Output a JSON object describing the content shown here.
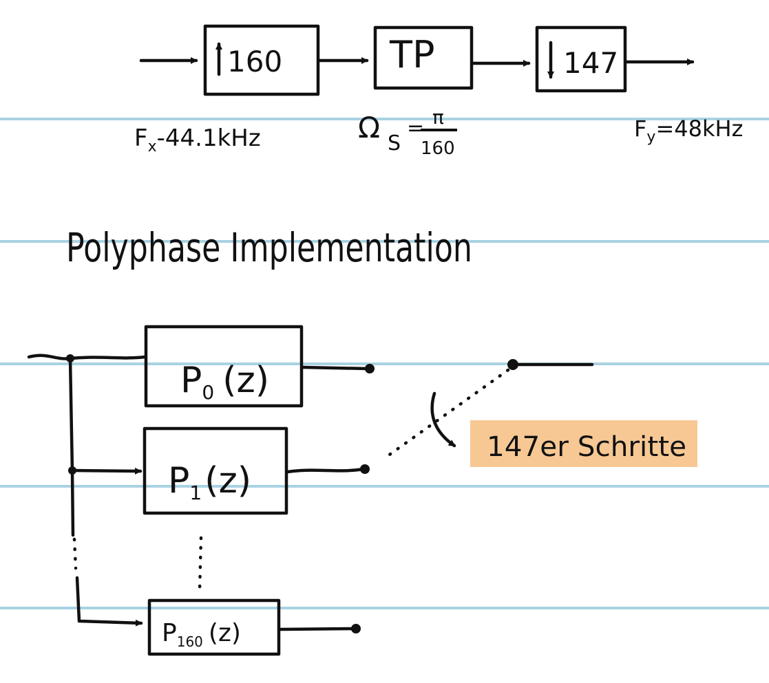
{
  "colors": {
    "ink": "#111111",
    "ruled_line": "#a9d2e2",
    "highlight": "#f7c894",
    "paper": "#ffffff"
  },
  "top_chain": {
    "upsampler": {
      "arrow": "up-arrow-icon",
      "factor": "160"
    },
    "filter": {
      "label": "TP"
    },
    "downsampler": {
      "arrow": "down-arrow-icon",
      "factor": "147"
    },
    "input_rate": {
      "symbol": "F",
      "subscript": "x",
      "sep": "-",
      "value": "44.1kHz"
    },
    "cutoff": {
      "symbol": "Ω",
      "subscript": "S",
      "sep": "=",
      "numerator": "π",
      "denominator": "160"
    },
    "output_rate": {
      "symbol": "F",
      "subscript": "y",
      "sep": "=",
      "value": "48kHz"
    }
  },
  "heading": "Polyphase Implementation",
  "polyphase": {
    "p0": {
      "letter": "P",
      "index": "0",
      "arg": "(z)"
    },
    "p1": {
      "letter": "P",
      "index": "1",
      "arg": "(z)"
    },
    "p160": {
      "letter": "P",
      "index": "160",
      "arg": "(z)"
    },
    "commutator_note": "147er Schritte"
  }
}
